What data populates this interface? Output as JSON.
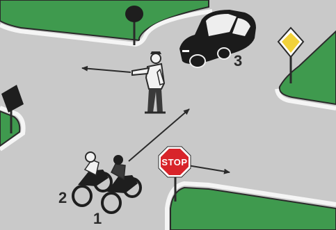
{
  "labels": {
    "vehicle_1": "1",
    "vehicle_2": "2",
    "vehicle_3": "3"
  },
  "stop_sign": {
    "text": "STOP",
    "color": "#d8242a"
  },
  "priority_sign": {
    "color": "#f2d23a"
  },
  "colors": {
    "grass": "#3f9a4e",
    "road": "#c9c9c9",
    "curb": "#f5f5f5",
    "outline": "#2a2a2a"
  },
  "icons": [
    "warning-sign-left",
    "round-sign-top",
    "priority-road-sign",
    "stop-sign"
  ]
}
